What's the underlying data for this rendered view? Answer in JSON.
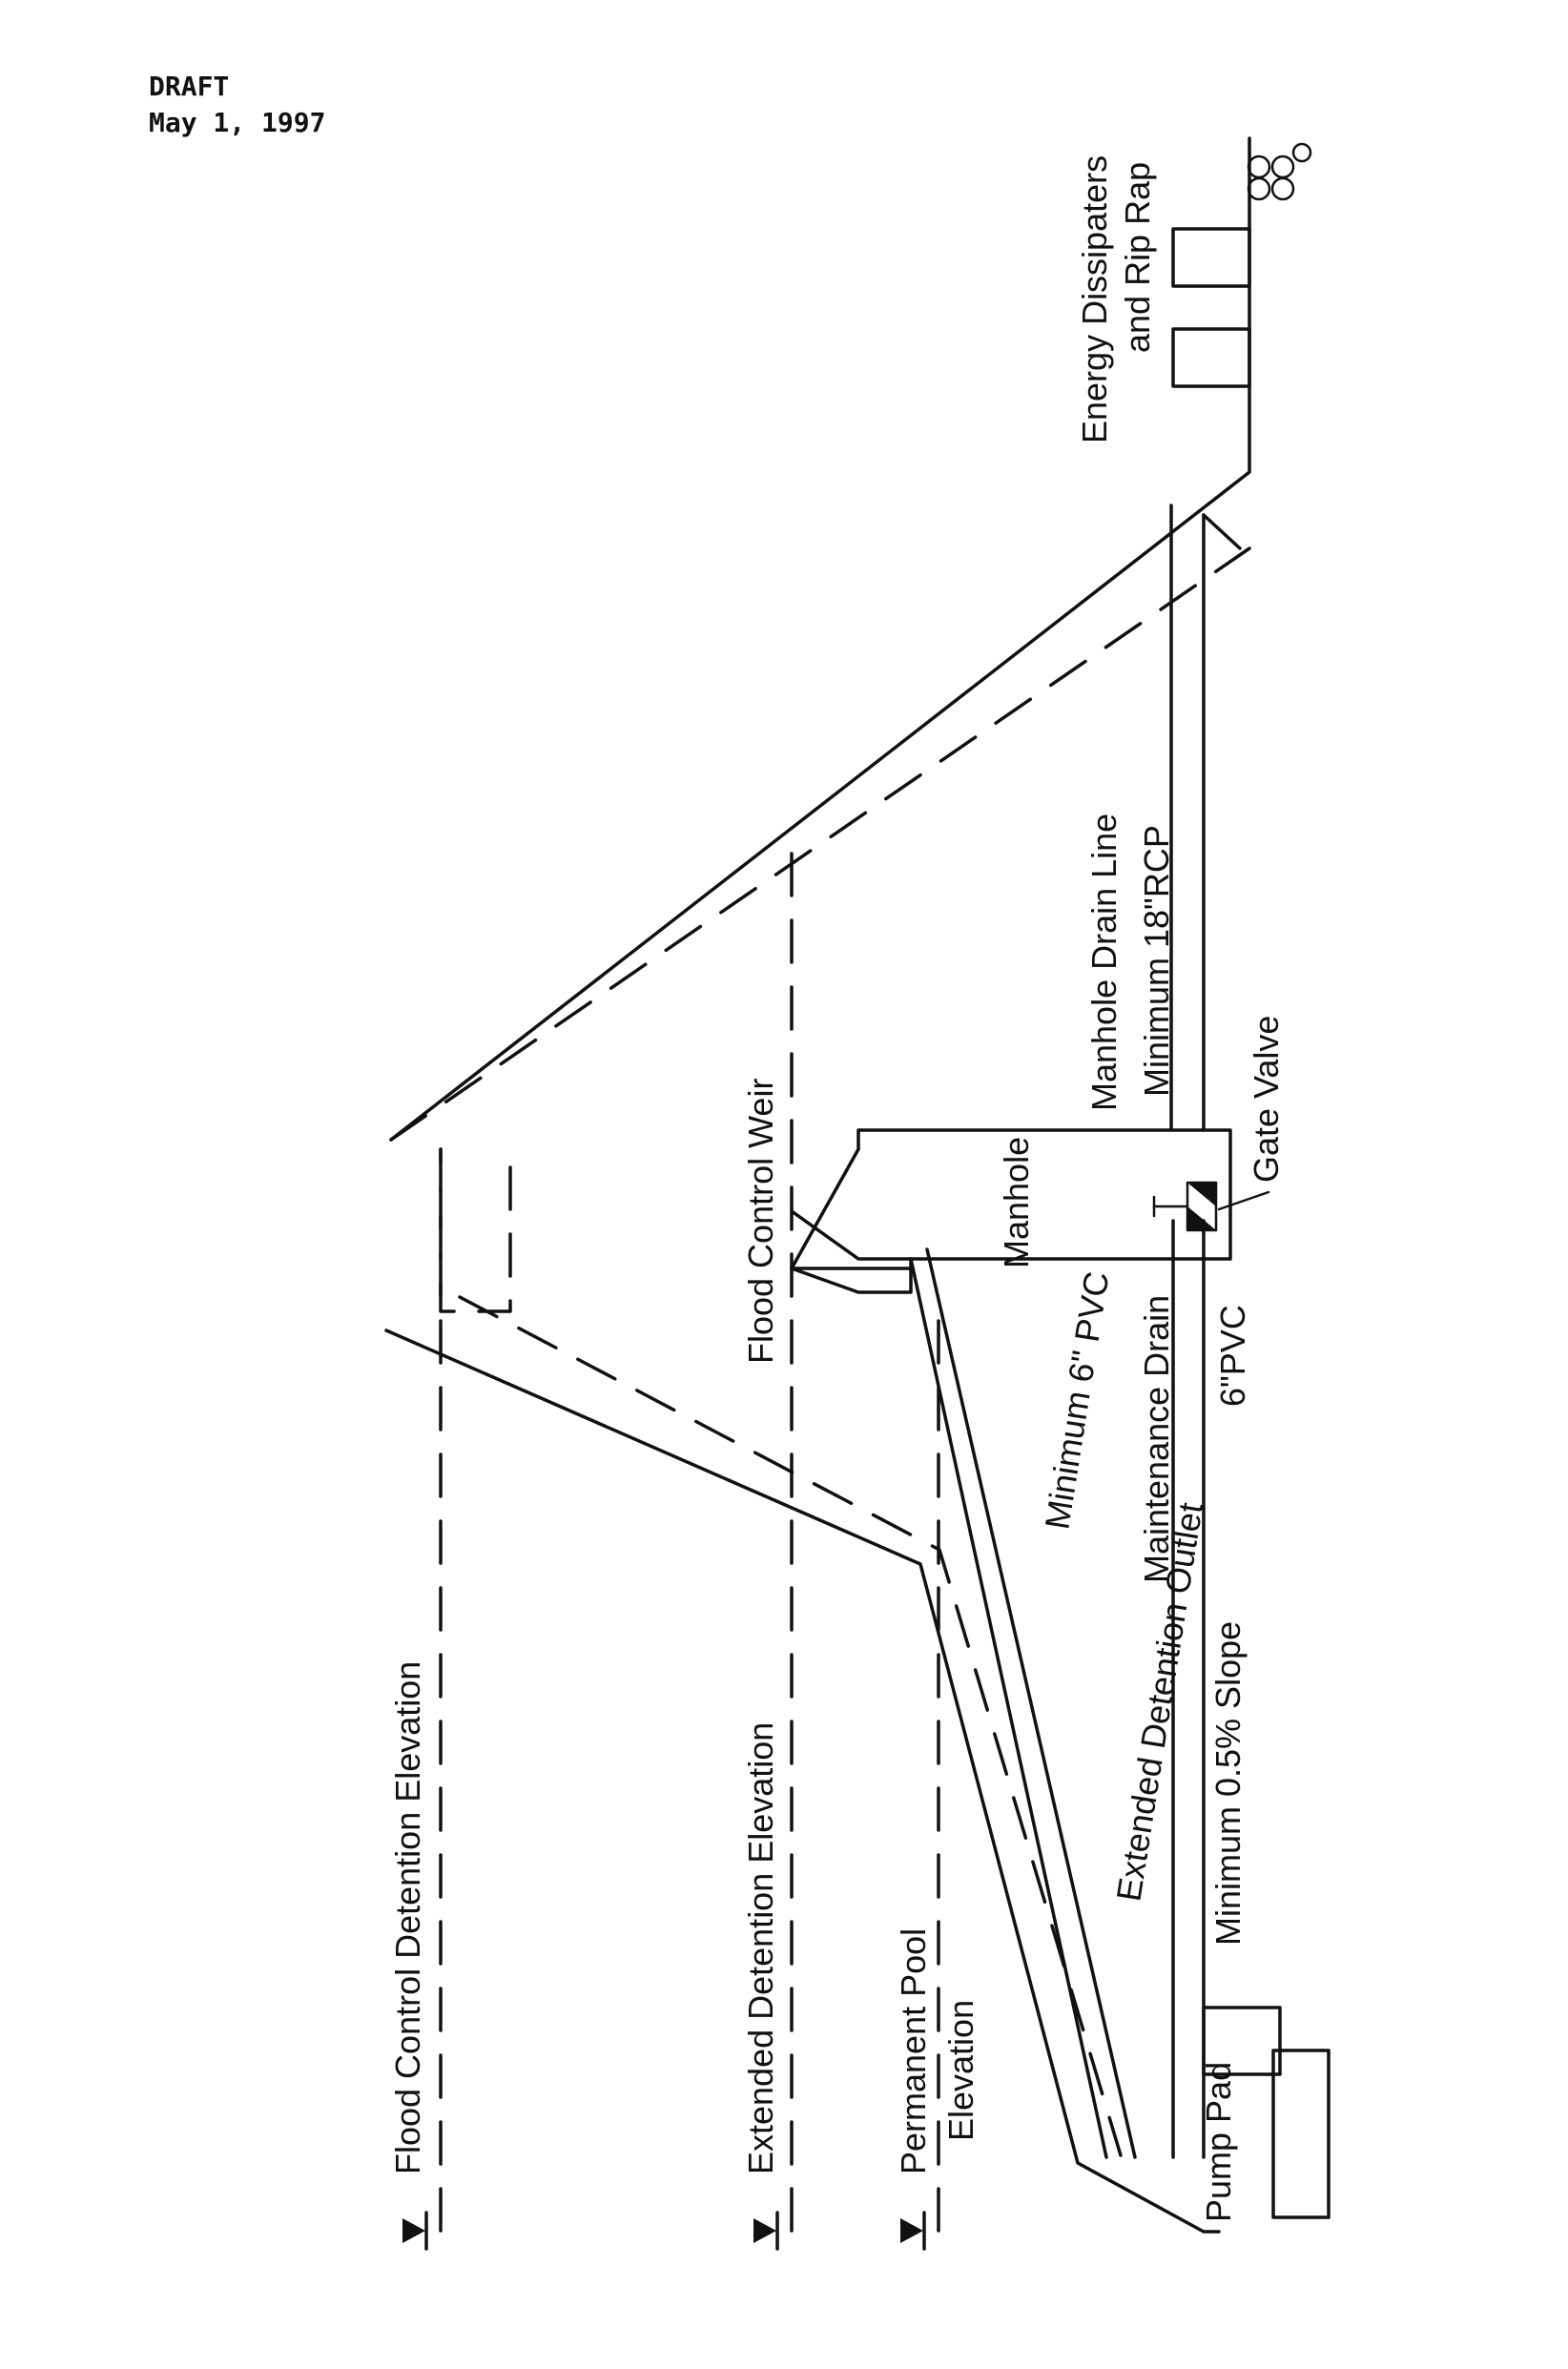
{
  "header": {
    "status": "DRAFT",
    "date": "May 1, 1997"
  },
  "labels": {
    "flood_control_detention_elevation": "Flood Control Detention Elevation",
    "extended_detention_elevation": "Extended Detention Elevation",
    "permanent_pool": "Permanent Pool",
    "elevation": "Elevation",
    "pump_pad": "Pump Pad",
    "minimum_slope": "Minimum 0.5% Slope",
    "maintenance_drain": "Maintenance Drain",
    "maintenance_drain_size": "6\"PVC",
    "extended_detention_outlet": "Extended Detention Outlet",
    "outlet_size": "Minimum 6\" PVC",
    "flood_control_weir": "Flood Control Weir",
    "manhole": "Manhole",
    "gate_valve": "Gate Valve",
    "manhole_drain_line": "Manhole Drain Line",
    "manhole_drain_size": "Minimum 18\"RCP",
    "energy_dissipaters": "Energy Dissipaters",
    "rip_rap": "and Rip Rap"
  },
  "colors": {
    "ink": "#111111",
    "paper": "#ffffff"
  }
}
